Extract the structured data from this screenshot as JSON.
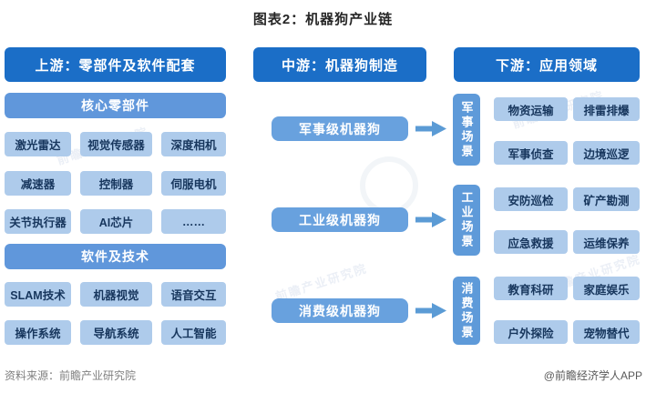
{
  "title": "图表2：机器狗产业链",
  "colors": {
    "header_blue": "#1B6EC7",
    "mid_blue": "#6097DB",
    "light_blue": "#AECBEB",
    "item_text": "#17365D",
    "arrow_blue": "#5B9BD5"
  },
  "upstream": {
    "header": "上游：零部件及软件配套",
    "sections": [
      {
        "title": "核心零部件",
        "rows": [
          [
            "激光雷达",
            "视觉传感器",
            "深度相机"
          ],
          [
            "减速器",
            "控制器",
            "伺服电机"
          ],
          [
            "关节执行器",
            "AI芯片",
            "……"
          ]
        ]
      },
      {
        "title": "软件及技术",
        "rows": [
          [
            "SLAM技术",
            "机器视觉",
            "语音交互"
          ],
          [
            "操作系统",
            "导航系统",
            "人工智能"
          ]
        ]
      }
    ]
  },
  "midstream": {
    "header": "中游：机器狗制造",
    "boxes": [
      "军事级机器狗",
      "工业级机器狗",
      "消费级机器狗"
    ]
  },
  "downstream": {
    "header": "下游：应用领域",
    "groups": [
      {
        "label": "军事场景",
        "rows": [
          [
            "物资运输",
            "排雷排爆"
          ],
          [
            "军事侦查",
            "边境巡逻"
          ]
        ]
      },
      {
        "label": "工业场景",
        "rows": [
          [
            "安防巡检",
            "矿产勘测"
          ],
          [
            "应急救援",
            "运维保养"
          ]
        ]
      },
      {
        "label": "消费场景",
        "rows": [
          [
            "教育科研",
            "家庭娱乐"
          ],
          [
            "户外探险",
            "宠物替代"
          ]
        ]
      }
    ]
  },
  "footer": {
    "source": "资料来源：前瞻产业研究院",
    "credit": "@前瞻经济学人APP"
  },
  "watermark": "前瞻产业研究院"
}
